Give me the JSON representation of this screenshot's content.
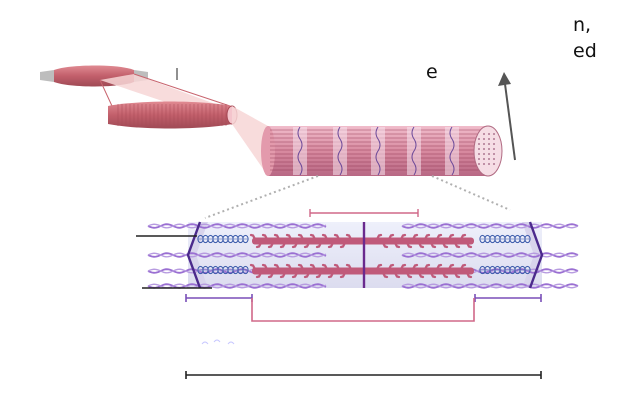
{
  "labels": {
    "fragment_right_1": "n,",
    "fragment_right_2": "ed",
    "fragment_middle": "e"
  },
  "colors": {
    "muscle": "#c8646e",
    "muscle_dark": "#a84a56",
    "fiber": "#d98b9a",
    "myofibril_line": "#8a2e4a",
    "z_disc": "#4b2a8c",
    "actin": "#9a6fd2",
    "myosin": "#c05a7a",
    "titin": "#3a5aaa",
    "sarcomere_band": "#e4e0f0",
    "bracket_pink": "#d06888",
    "bracket_purple": "#7a4fb8",
    "arrow": "#555555",
    "scale_bar": "#222222"
  },
  "icons": [
    "upward-arrow-icon"
  ]
}
